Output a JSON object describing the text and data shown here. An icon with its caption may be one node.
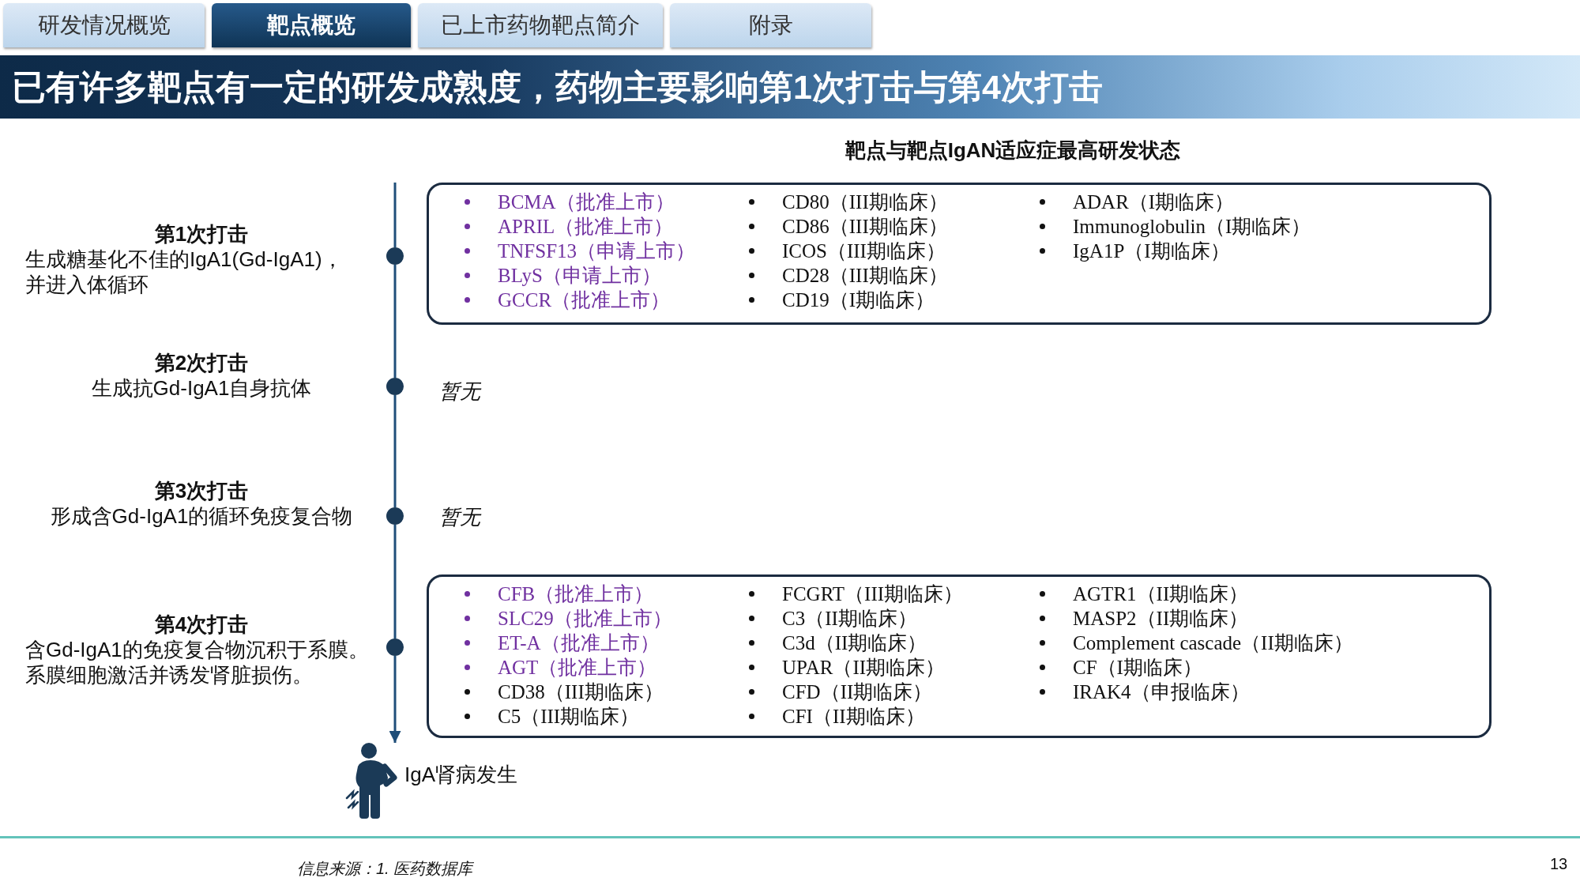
{
  "diagram": {
    "title": "已有许多靶点有一定的研发成熟度，药物主要影响第1次打击与第4次打击",
    "nodes": [
      {
        "text": [
          "研发情况概览"
        ]
      },
      {
        "text": [
          "靶点概览"
        ]
      },
      {
        "text": [
          "已上市药物靶点简介"
        ]
      },
      {
        "text": [
          "附录"
        ]
      },
      {
        "text": [],
        "shape": "circle",
        "beside": [
          "第1次打击",
          "生成糖基化不佳的IgA1(Gd-IgA1)，并进入体循环"
        ]
      },
      {
        "text": [
          "BCMA（批准上市）",
          "APRIL（批准上市）",
          "TNFSF13（申请上市）",
          "BLyS（申请上市）",
          "GCCR（批准上市）",
          "CD80（III期临床）",
          "CD86（III期临床）",
          "ICOS（III期临床）",
          "CD28（III期临床）",
          "CD19（I期临床）",
          "ADAR（I期临床）",
          "Immunoglobulin（I期临床）",
          "IgA1P（I期临床）"
        ]
      },
      {
        "text": [],
        "shape": "circle",
        "beside": [
          "第2次打击",
          "生成抗Gd-IgA1自身抗体"
        ]
      },
      {
        "text": [],
        "shape": "circle",
        "beside": [
          "第3次打击",
          "形成含Gd-IgA1的循环免疫复合物"
        ]
      },
      {
        "text": [],
        "shape": "circle",
        "beside": [
          "第4次打击",
          "含Gd-IgA1的免疫复合物沉积于系膜。系膜细胞激活并诱发肾脏损伤。"
        ]
      },
      {
        "text": [
          "CFB（批准上市）",
          "SLC29（批准上市）",
          "ET-A（批准上市）",
          "AGT（批准上市）",
          "CD38（III期临床）",
          "C5（III期临床）",
          "FCGRT（III期临床）",
          "C3（II期临床）",
          "C3d（II期临床）",
          "UPAR（II期临床）",
          "CFD（II期临床）",
          "CFI（II期临床）",
          "AGTR1（II期临床）",
          "MASP2（II期临床）",
          "Complement cascade（II期临床）",
          "CF（I期临床）",
          "IRAK4（申报临床）"
        ]
      },
      {
        "text": [],
        "shape": "person",
        "beside": [
          "IgA肾病发生"
        ]
      }
    ],
    "edges": [
      {
        "from": null,
        "to": 4,
        "arrow": "none"
      },
      {
        "from": 4,
        "to": 6,
        "arrow": "none"
      },
      {
        "from": 6,
        "to": 7,
        "arrow": "none"
      },
      {
        "from": 7,
        "to": 8,
        "arrow": "none"
      },
      {
        "from": 8,
        "to": 10,
        "arrow": "to"
      }
    ],
    "labels": [
      "靶点与靶点IgAN适应症最高研发状态",
      "暂无",
      "暂无",
      "信息来源：1. 医药数据库",
      "13"
    ]
  }
}
